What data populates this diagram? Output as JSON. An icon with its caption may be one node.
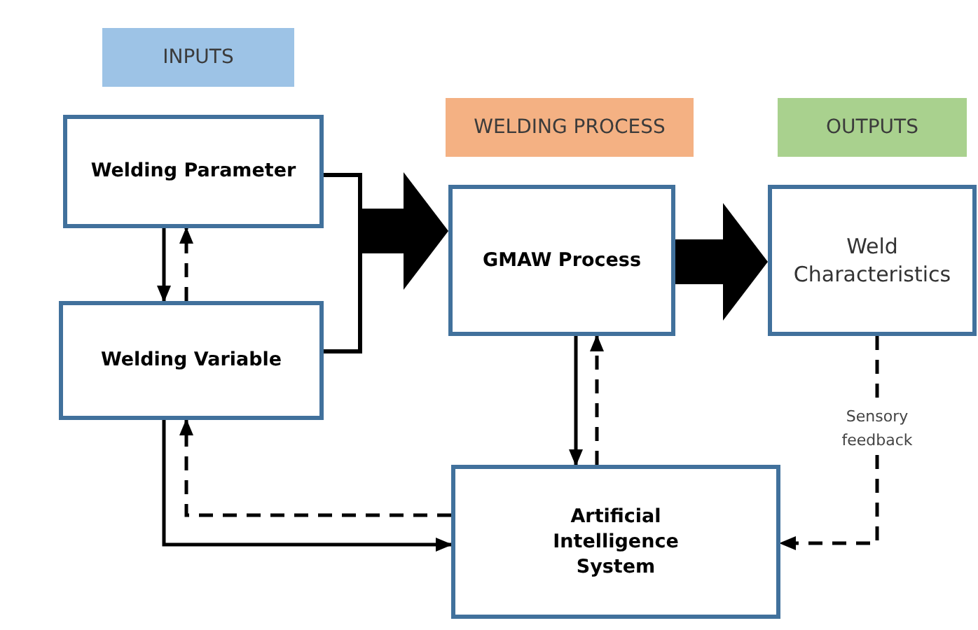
{
  "diagram": {
    "nodes": [
      {
        "text": [
          "INPUTS"
        ]
      },
      {
        "text": [
          "Welding Parameter"
        ]
      },
      {
        "text": [
          "Welding Variable"
        ]
      },
      {
        "text": [
          "WELDING PROCESS"
        ]
      },
      {
        "text": [
          "GMAW Process"
        ]
      },
      {
        "text": [
          "OUTPUTS"
        ]
      },
      {
        "text": [
          "Weld Characteristics"
        ]
      },
      {
        "text": [
          "Artificial Intelligence System"
        ]
      }
    ],
    "edges": [
      {
        "from": 1,
        "to": 2,
        "arrow": "to"
      },
      {
        "from": 2,
        "to": 1,
        "arrow": "to",
        "style": "dashed"
      },
      {
        "from": 1,
        "to": 4,
        "arrow": "to"
      },
      {
        "from": 2,
        "to": 4,
        "arrow": "to"
      },
      {
        "from": 4,
        "to": 6,
        "arrow": "to",
        "style": "thick"
      },
      {
        "from": 4,
        "to": 7,
        "arrow": "to"
      },
      {
        "from": 7,
        "to": 4,
        "arrow": "to",
        "style": "dashed"
      },
      {
        "from": 6,
        "to": 7,
        "arrow": "to",
        "style": "dashed",
        "label": "Sensory feedback"
      },
      {
        "from": 7,
        "to": 2,
        "arrow": "to",
        "style": "dashed"
      },
      {
        "from": 2,
        "to": 7,
        "arrow": "to"
      }
    ]
  }
}
